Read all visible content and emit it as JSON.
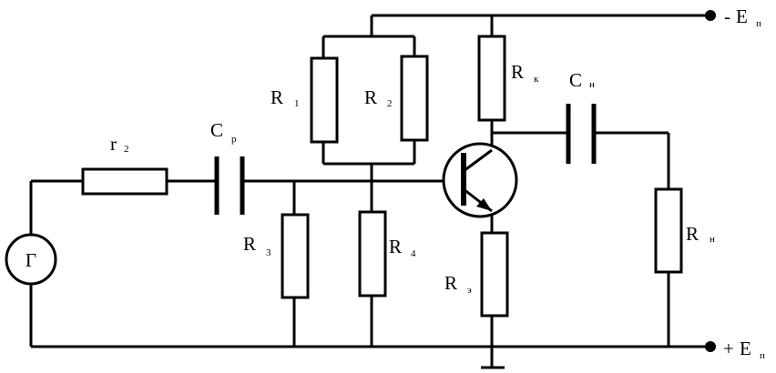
{
  "components": {
    "generator": {
      "symbol": "Г"
    },
    "r_source": {
      "name": "r",
      "sub": "2"
    },
    "c_coupling": {
      "name": "C",
      "sub": "p"
    },
    "r1": {
      "name": "R",
      "sub": "1"
    },
    "r2": {
      "name": "R",
      "sub": "2"
    },
    "r3": {
      "name": "R",
      "sub": "3"
    },
    "r4": {
      "name": "R",
      "sub": "4"
    },
    "r_collector": {
      "name": "R",
      "sub": "к"
    },
    "c_load": {
      "name": "C",
      "sub": "н"
    },
    "r_emitter": {
      "name": "R",
      "sub": "э"
    },
    "r_load": {
      "name": "R",
      "sub": "н"
    }
  },
  "terminals": {
    "top": {
      "sign": "-",
      "name": "E",
      "sub": "п"
    },
    "bottom": {
      "sign": "+",
      "name": "E",
      "sub": "п"
    }
  }
}
